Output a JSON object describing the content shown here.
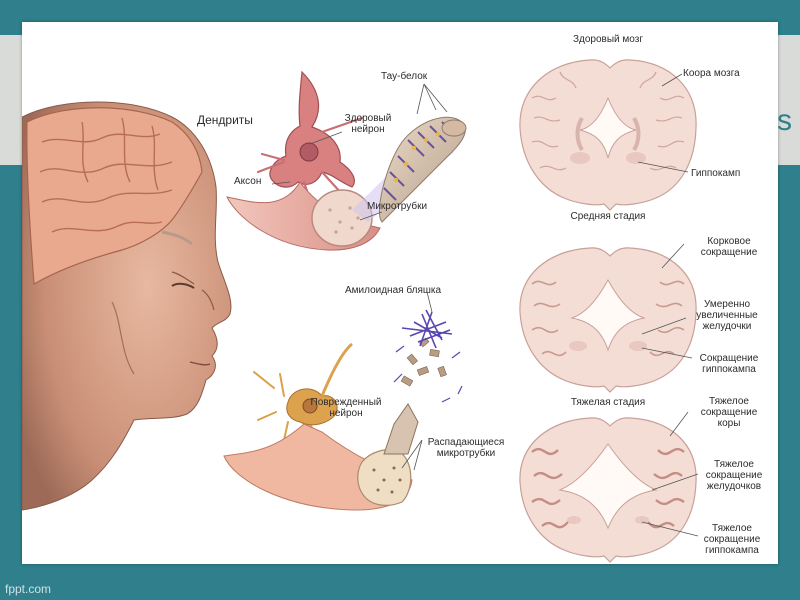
{
  "labels": {
    "tau": "Тау-белок",
    "dendrites": "Дендриты",
    "healthy_neuron_1": "Здоровый",
    "healthy_neuron_2": "нейрон",
    "axon": "Аксон",
    "microtubules": "Микротрубки",
    "amyloid": "Амилоидная бляшка",
    "damaged_neuron_1": "Поврежденный",
    "damaged_neuron_2": "нейрон",
    "disintegrating_1": "Распадающиеся",
    "disintegrating_2": "микротрубки",
    "healthy_brain": "Здоровый мозг",
    "cortex": "Коора мозга",
    "hippocampus": "Гиппокамп",
    "middle_stage": "Средняя стадия",
    "cortical_1": "Корковое",
    "cortical_2": "сокращение",
    "ventricles_1": "Умеренно",
    "ventricles_2": "увеличенные",
    "ventricles_3": "желудочки",
    "hippo_shrink_1": "Сокращение",
    "hippo_shrink_2": "гиппокампа",
    "severe_stage": "Тяжелая стадия",
    "severe_cortex_1": "Тяжелое",
    "severe_cortex_2": "сокращение",
    "severe_cortex_3": "коры",
    "severe_vent_1": "Тяжелое",
    "severe_vent_2": "сокращение",
    "severe_vent_3": "желудочков",
    "severe_hippo_1": "Тяжелое",
    "severe_hippo_2": "сокращение",
    "severe_hippo_3": "гиппокампа"
  },
  "footer": {
    "watermark": "fppt.com",
    "edge_letter": "s"
  }
}
